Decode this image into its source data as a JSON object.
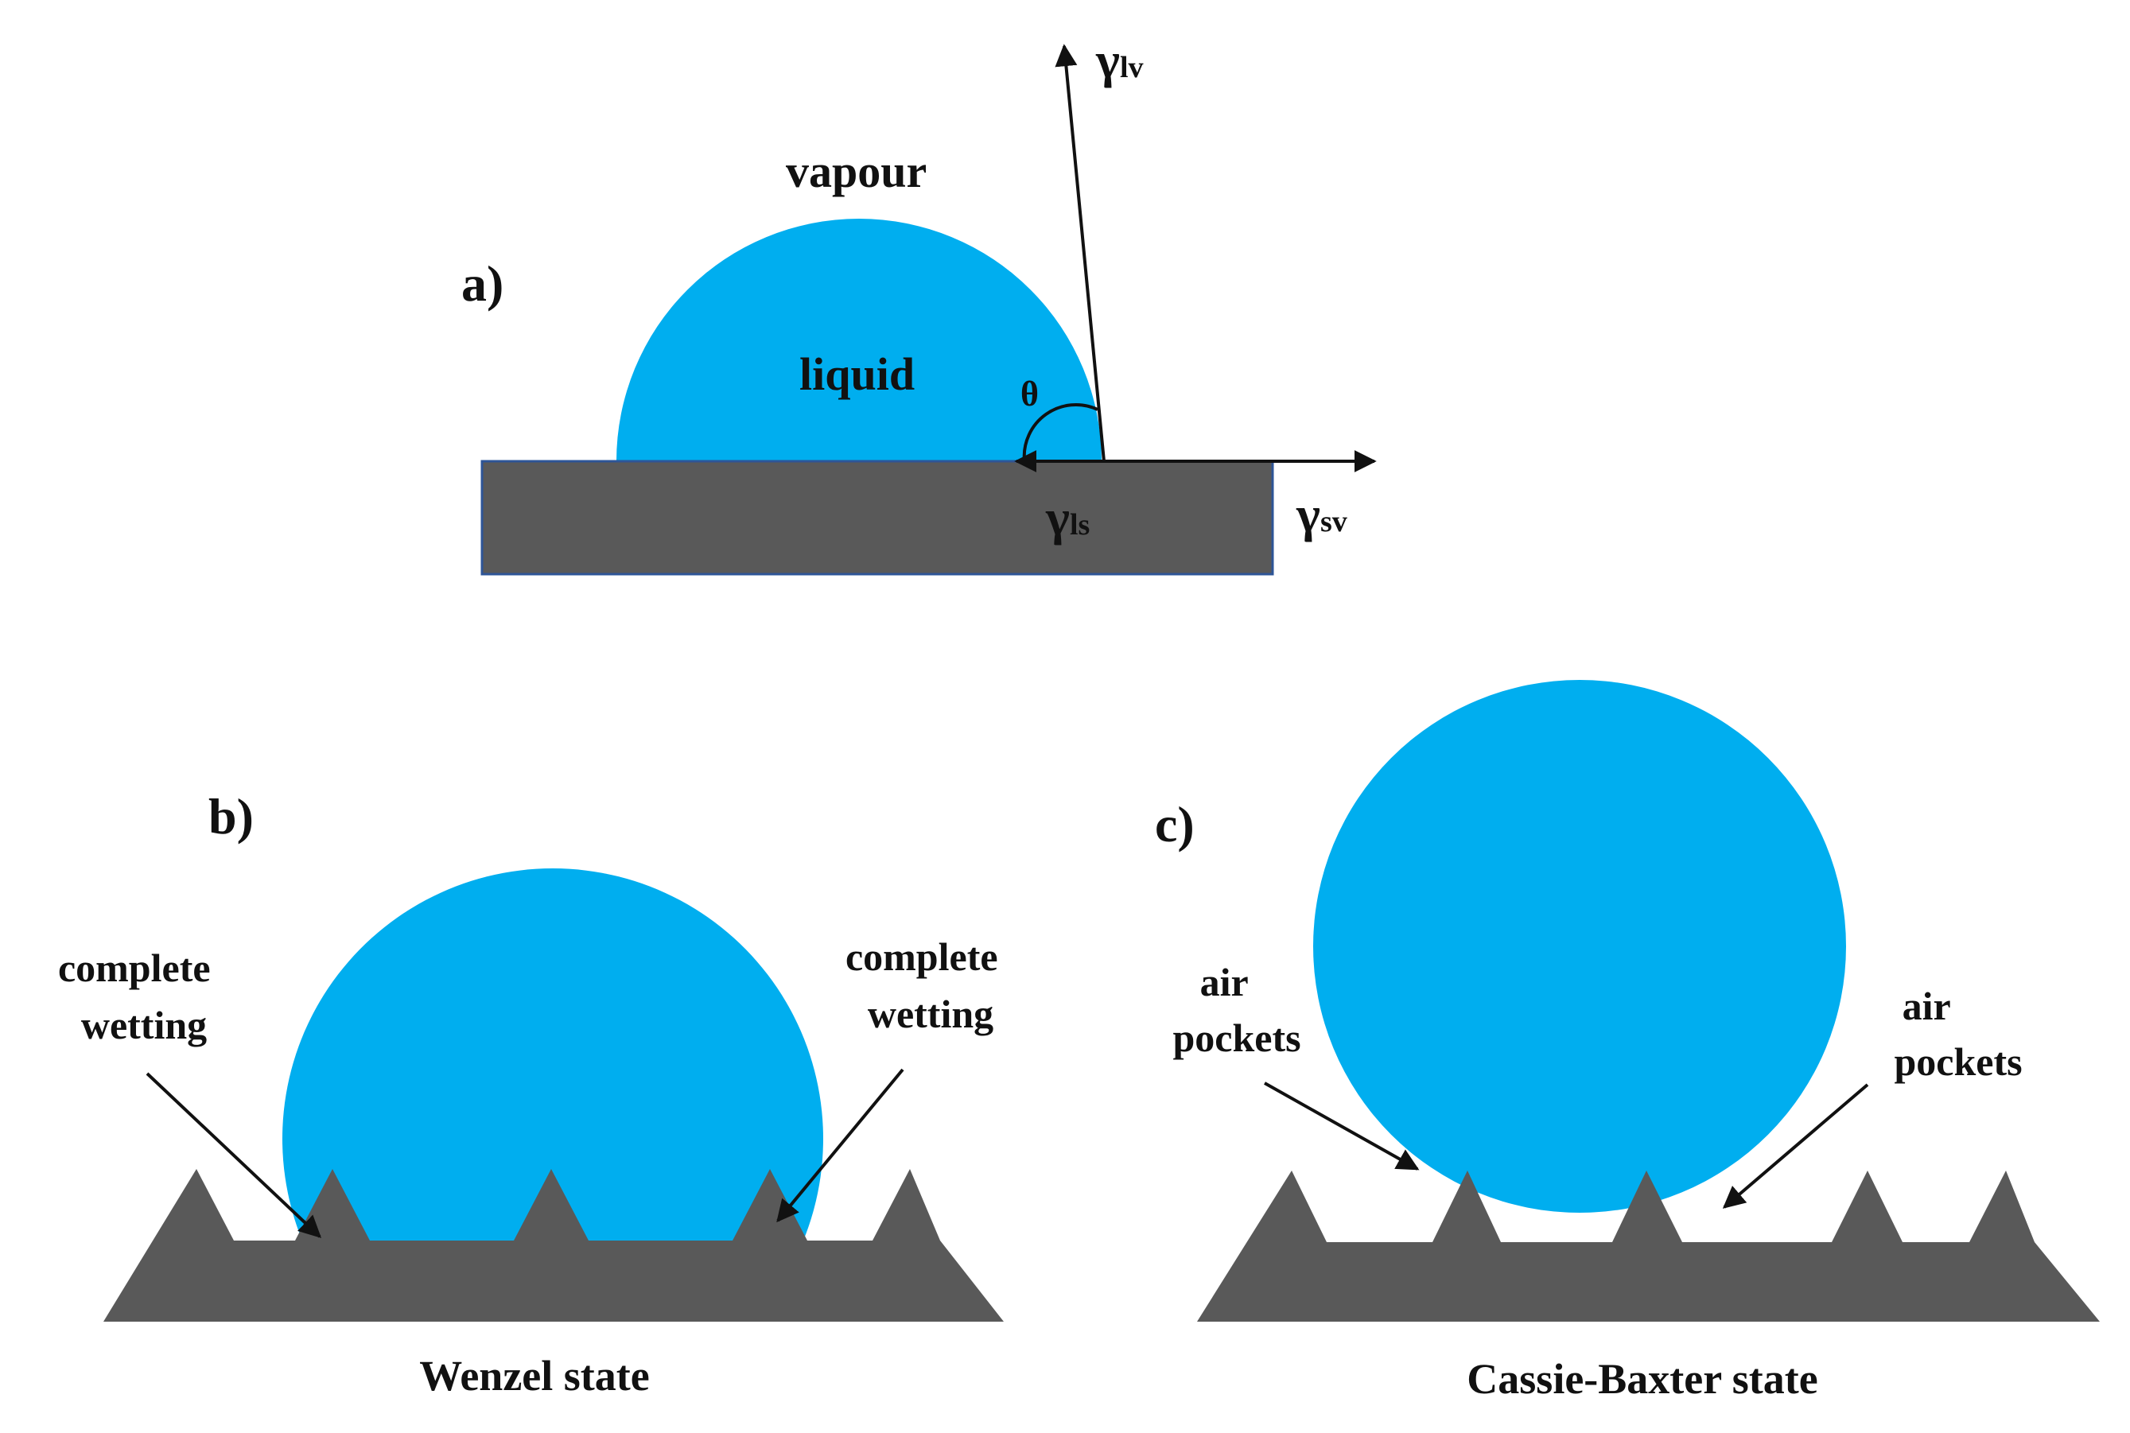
{
  "colors": {
    "liquid": "#00AEEF",
    "solid": "#595959",
    "arrow": "#111111",
    "background": "#ffffff"
  },
  "panel_a": {
    "label": "a)",
    "vapour": "vapour",
    "liquid": "liquid",
    "theta": "θ",
    "gamma_lv": {
      "symbol": "γ",
      "sub": "lv"
    },
    "gamma_ls": {
      "symbol": "γ",
      "sub": "ls"
    },
    "gamma_sv": {
      "symbol": "γ",
      "sub": "sv"
    }
  },
  "panel_b": {
    "label": "b)",
    "left_annotation": [
      "complete",
      "wetting"
    ],
    "right_annotation": [
      "complete",
      "wetting"
    ],
    "caption": "Wenzel state"
  },
  "panel_c": {
    "label": "c)",
    "left_annotation": [
      "air",
      "pockets"
    ],
    "right_annotation": [
      "air",
      "pockets"
    ],
    "caption": "Cassie-Baxter state"
  }
}
